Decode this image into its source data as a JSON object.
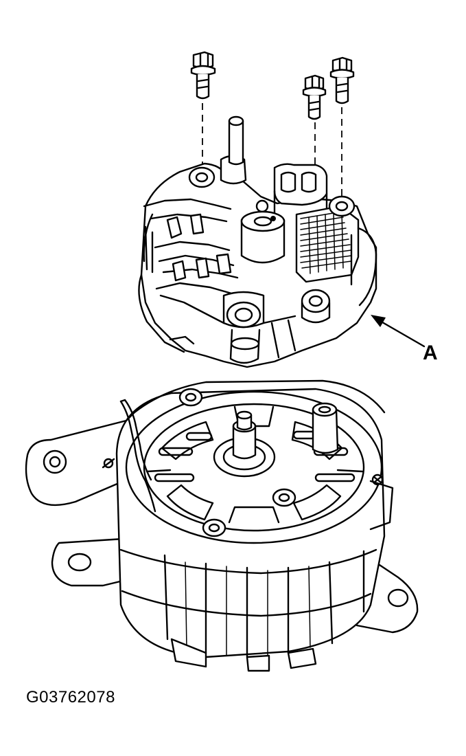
{
  "figure": {
    "id_label": "G03762078"
  },
  "callouts": [
    {
      "label": "A"
    }
  ],
  "icons": {
    "bolt": "hex-flange-bolt-icon",
    "regulator": "regulator-brush-holder-assembly",
    "alternator": "alternator-body"
  }
}
